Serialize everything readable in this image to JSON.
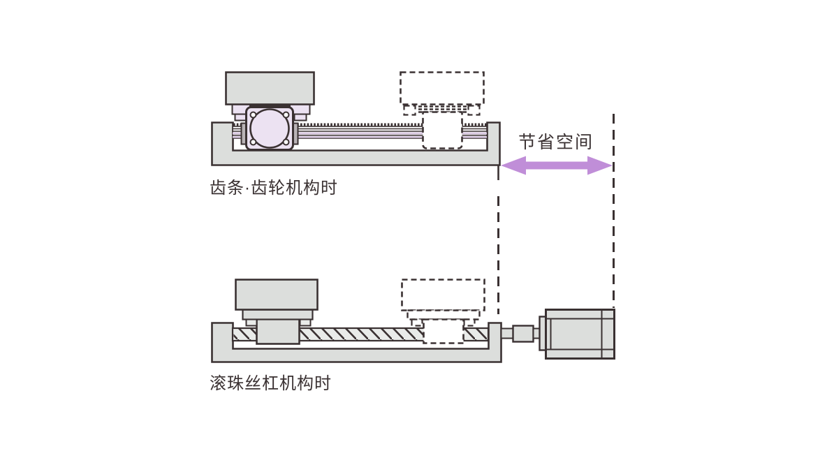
{
  "figure": {
    "top_caption": "齿条·齿轮机构时",
    "bottom_caption": "滚珠丝杠机构时",
    "annotation": "节省空间"
  },
  "icons": {
    "space_saving_arrow": "double-headed-horizontal-arrow",
    "reference_lines": "vertical-dashed-extension-lines",
    "rack_rail": "toothed-rack-rail",
    "pinion_motor": "motor-face-with-pinion",
    "ball_screw": "hatched-ball-screw-shaft",
    "motor": "side-view-motor-body"
  },
  "colors": {
    "background": "#ffffff",
    "text": "#3a3132",
    "outline": "#3a3132",
    "fill_gray": "#dcdedc",
    "fill_lavender": "#ece2f2",
    "stripe_lavender": "#d8c8e0",
    "arrow_purple": "#c08ed8",
    "screw_fill": "#e9ebe9"
  }
}
